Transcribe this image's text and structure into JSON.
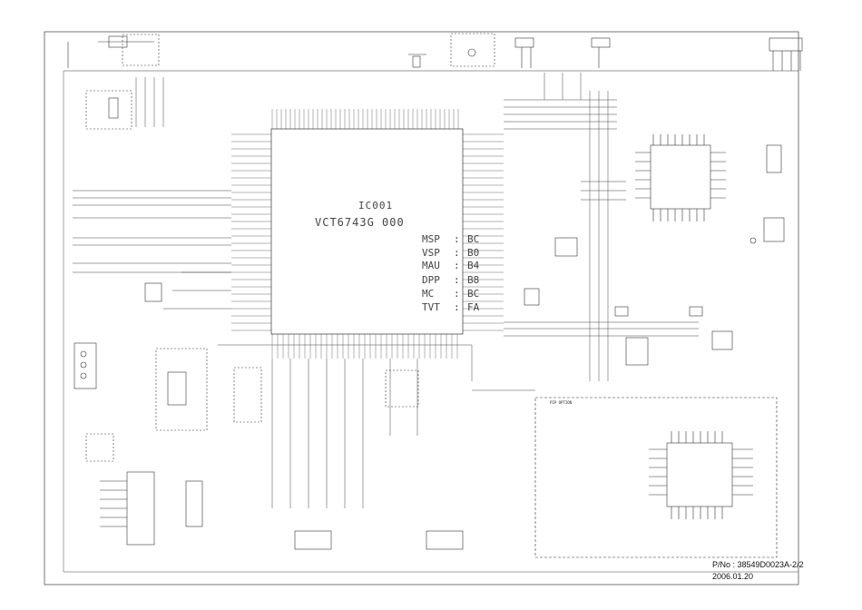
{
  "main_ic": {
    "ref": "IC001",
    "part": "VCT6743G 000",
    "codes": [
      {
        "label": "MSP",
        "sep": ":",
        "value": "BC"
      },
      {
        "label": "VSP",
        "sep": ":",
        "value": "B0"
      },
      {
        "label": "MAU",
        "sep": ":",
        "value": "B4"
      },
      {
        "label": "DPP",
        "sep": ":",
        "value": "B8"
      },
      {
        "label": "MC",
        "sep": ":",
        "value": "BC"
      },
      {
        "label": "TVT",
        "sep": ":",
        "value": "FA"
      }
    ]
  },
  "option_block": {
    "label": "PIP OPTION"
  },
  "footer": {
    "part_number": "P/No : 38549D0023A-2/2",
    "date": "2006.01.20"
  },
  "colors": {
    "line": "#333333",
    "background": "#ffffff"
  }
}
